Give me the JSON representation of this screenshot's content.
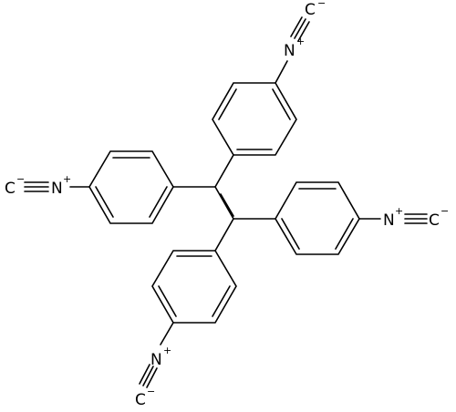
{
  "molecule": {
    "atom_symbols": {
      "nitrogen": "N",
      "carbon": "C"
    },
    "charges": {
      "positive": "+",
      "negative": "−"
    },
    "isocyanide_groups": [
      {
        "name": "isocyanide-top-right"
      },
      {
        "name": "isocyanide-left"
      },
      {
        "name": "isocyanide-right"
      },
      {
        "name": "isocyanide-bottom-left"
      }
    ]
  }
}
